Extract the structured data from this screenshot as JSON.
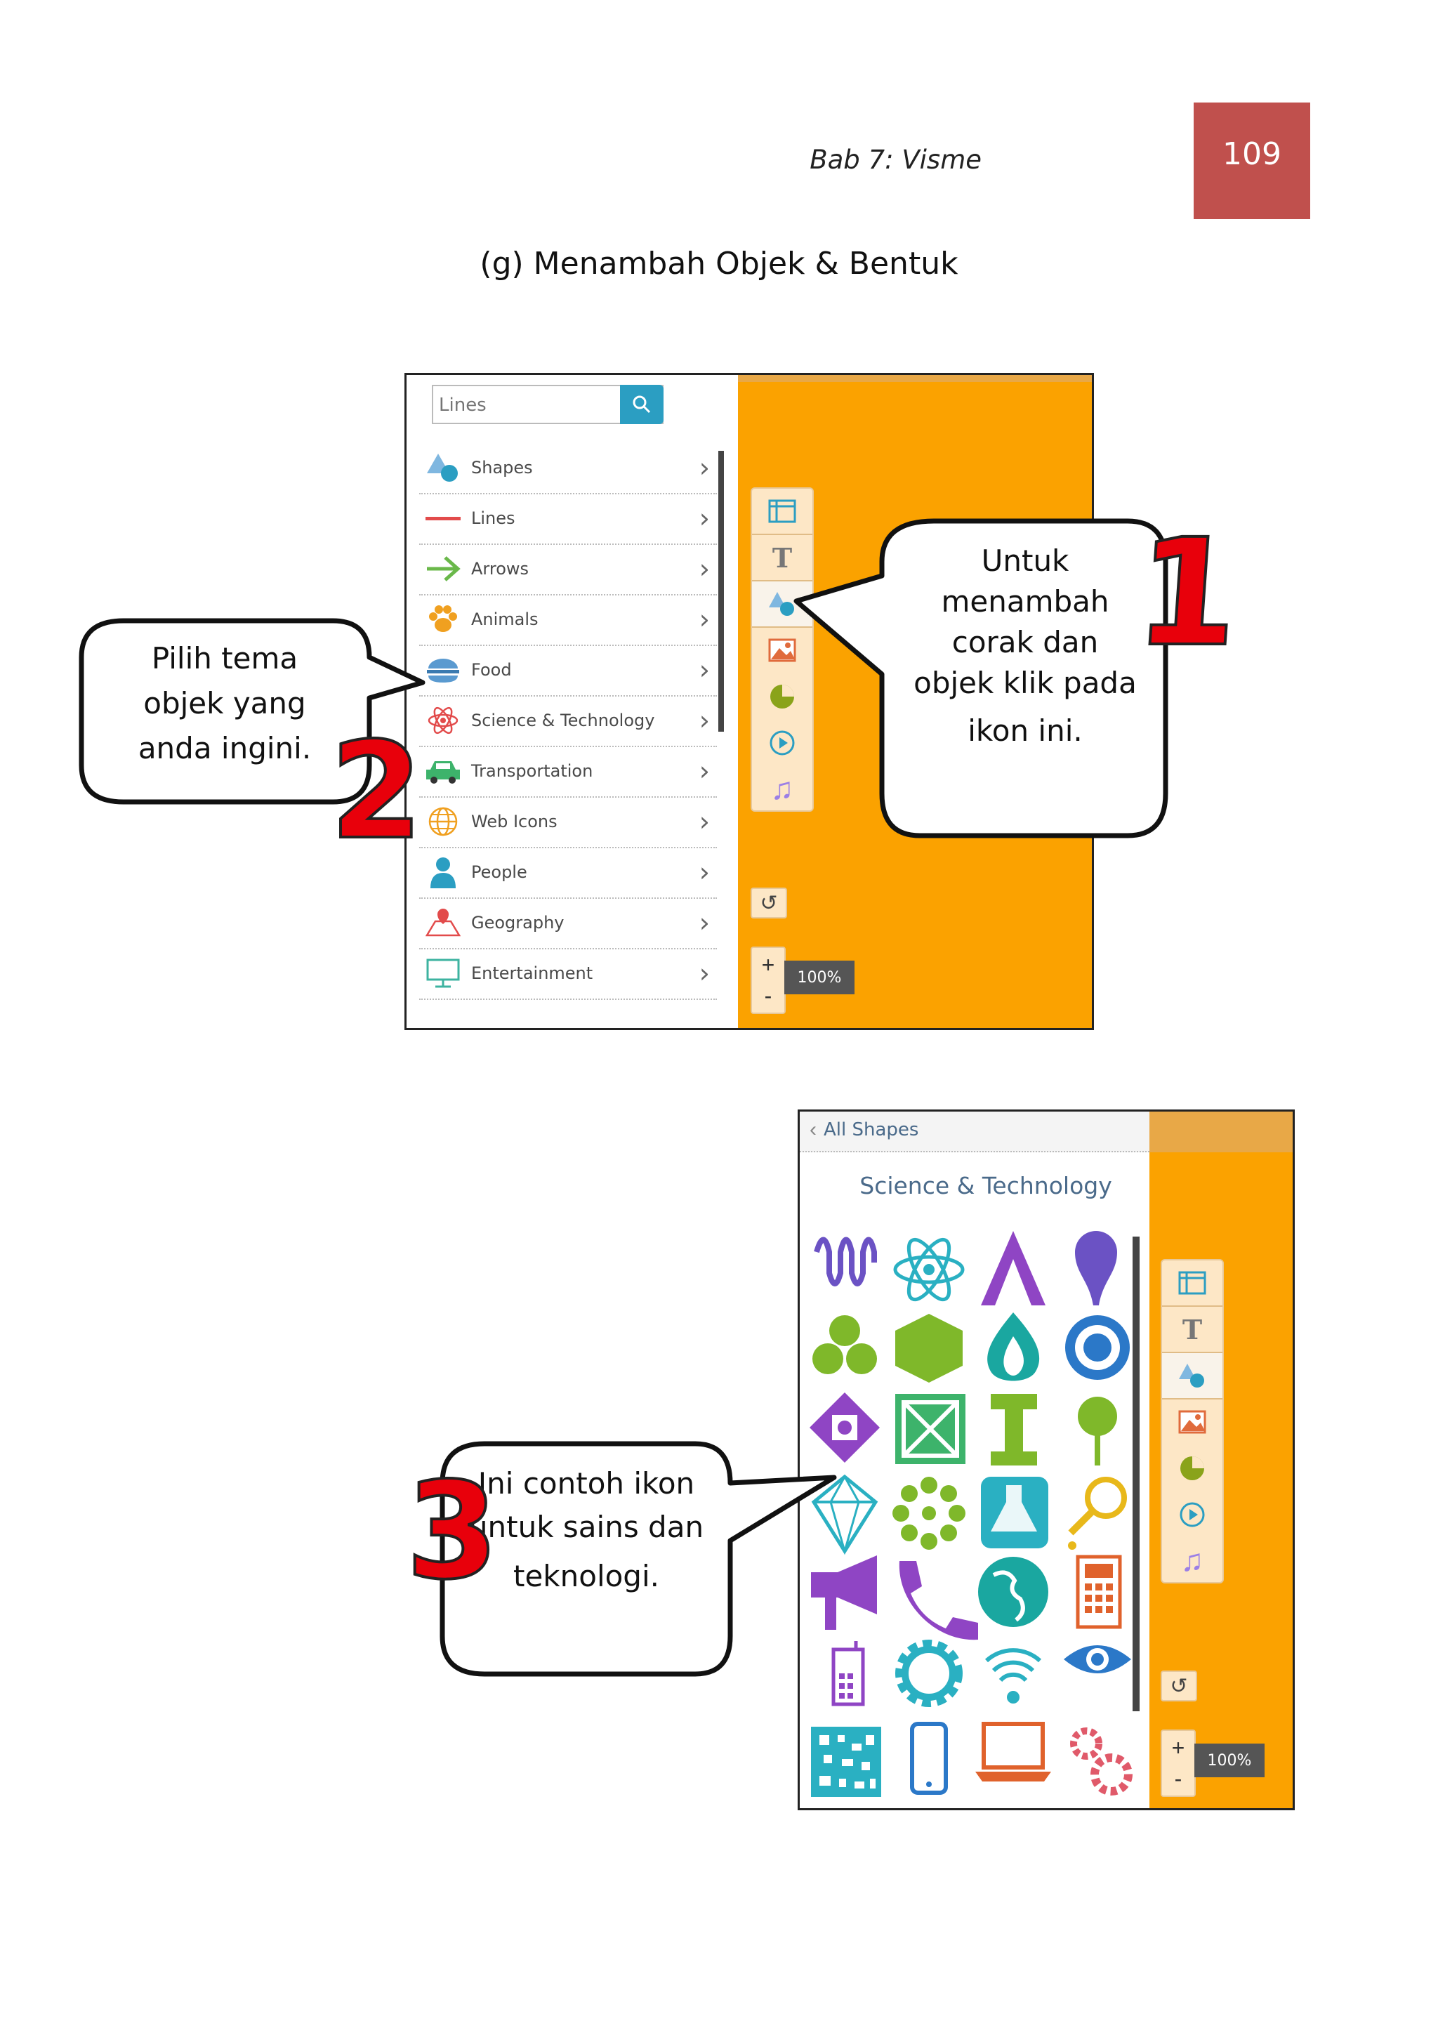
{
  "header": {
    "chapter": "Bab 7: Visme",
    "page_number": "109"
  },
  "section_title": "(g) Menambah Objek & Bentuk",
  "shot1": {
    "search_placeholder": "Lines",
    "menu": [
      {
        "label": "Shapes",
        "icon": "shapes-icon"
      },
      {
        "label": "Lines",
        "icon": "line-icon"
      },
      {
        "label": "Arrows",
        "icon": "arrow-right-icon"
      },
      {
        "label": "Animals",
        "icon": "paw-icon"
      },
      {
        "label": "Food",
        "icon": "burger-icon"
      },
      {
        "label": "Science & Technology",
        "icon": "atom-icon"
      },
      {
        "label": "Transportation",
        "icon": "car-icon"
      },
      {
        "label": "Web Icons",
        "icon": "globe-icon"
      },
      {
        "label": "People",
        "icon": "person-icon"
      },
      {
        "label": "Geography",
        "icon": "map-pin-icon"
      },
      {
        "label": "Entertainment",
        "icon": "monitor-icon"
      }
    ],
    "zoom": "100%",
    "zoom_in": "+",
    "zoom_out": "-"
  },
  "shot2": {
    "back_label": "All Shapes",
    "category_title": "Science & Technology",
    "zoom": "100%",
    "zoom_in": "+",
    "zoom_out": "-"
  },
  "callouts": {
    "c1": {
      "number": "1",
      "lines": [
        "Untuk",
        "menambah",
        "corak dan",
        "objek klik pada",
        "ikon ini."
      ]
    },
    "c2": {
      "number": "2",
      "lines": [
        "Pilih tema",
        "objek yang",
        "anda ingini."
      ]
    },
    "c3": {
      "number": "3",
      "lines": [
        "Ini contoh ikon",
        "untuk sains dan",
        "teknologi."
      ]
    }
  },
  "colors": {
    "orange": "#fba200",
    "page_box": "#c0504d",
    "number_red": "#e8000b"
  }
}
